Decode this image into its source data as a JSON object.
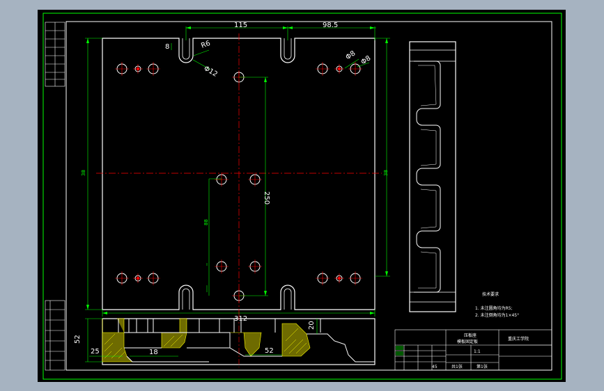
{
  "colors": {
    "background": "#a6b3c1",
    "sheet": "#000000",
    "frame": "#00ff00",
    "outline": "#ffffff",
    "dimension": "#00ff00",
    "center": "#ff0000",
    "hatch": "#ffff00"
  },
  "dims": {
    "top_width_left": "115",
    "top_width_right": "98.5",
    "slot_width": "8",
    "slot_radius": "R6",
    "hole_dia": "Φ12",
    "hole_dia_right": "Φ8",
    "center_height": "250",
    "bottom_width": "312",
    "section_height": "52",
    "section_depth": "20",
    "section_left": "25",
    "section_pitch": "18",
    "section_right": "52",
    "left_height": "38",
    "right_height": "38",
    "inner_height": "88"
  },
  "notes": {
    "title": "技术要求",
    "line1": "1. 未注圆角均为R5;",
    "line2": "2. 未注倒角均为1×45°"
  },
  "title_block": {
    "school": "重庆工学院",
    "part_name_1": "压板座",
    "part_name_2": "模板固定板",
    "scale": "1:1",
    "sheet": "共1张",
    "material": "45",
    "sheet_no": "第1张"
  }
}
